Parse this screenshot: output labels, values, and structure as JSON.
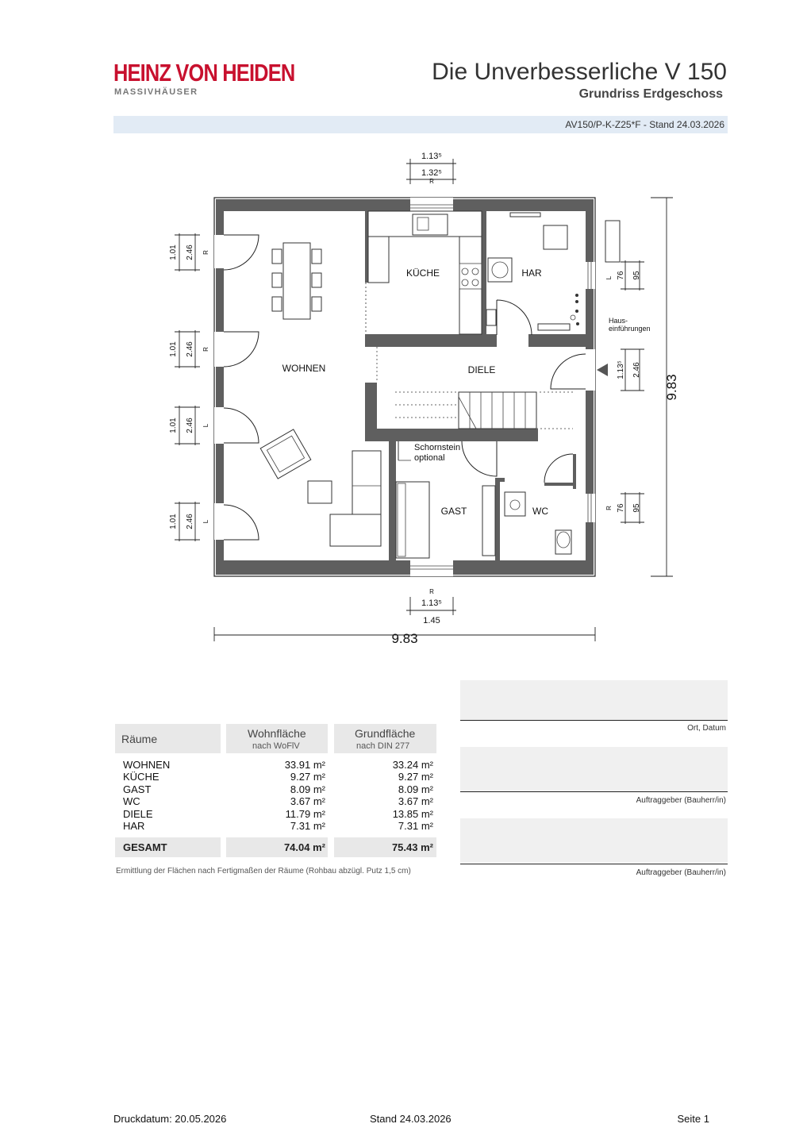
{
  "header": {
    "logo_main": "HEINZ VON HEIDEN",
    "logo_sub": "MASSIVHÄUSER",
    "title": "Die Unverbesserliche V 150",
    "subtitle": "Grundriss Erdgeschoss",
    "reference": "AV150/P-K-Z25*F - Stand 24.03.2026",
    "brand_color": "#c8102e"
  },
  "plan": {
    "rooms": {
      "wohnen": "WOHNEN",
      "kueche": "KÜCHE",
      "har": "HAR",
      "diele": "DIELE",
      "gast": "GAST",
      "wc": "WC"
    },
    "notes": {
      "schornstein_1": "Schornstein",
      "schornstein_2": "optional",
      "haus_1": "Haus-",
      "haus_2": "einführungen"
    },
    "dims": {
      "total_width": "9.83",
      "total_height": "9.83",
      "top_1": "1.13⁵",
      "top_2": "1.32⁵",
      "top_r": "R",
      "bottom_r": "R",
      "bottom_1": "1.13⁵",
      "bottom_2": "1.45",
      "left_a": "1.01",
      "left_b": "2.46",
      "left_r": "R",
      "left_l": "L",
      "right_d1": "1.13⁵",
      "right_d2": "2.46",
      "right_w1": "76",
      "right_w2": "95",
      "right_l": "L",
      "right_r": "R"
    }
  },
  "table": {
    "col_rooms": "Räume",
    "col_wohn": "Wohnfläche",
    "col_wohn_sub": "nach WoFlV",
    "col_grund": "Grundfläche",
    "col_grund_sub": "nach DIN 277",
    "rows": [
      {
        "name": "WOHNEN",
        "wohn": "33.91 m²",
        "grund": "33.24 m²"
      },
      {
        "name": "KÜCHE",
        "wohn": "9.27 m²",
        "grund": "9.27 m²"
      },
      {
        "name": "GAST",
        "wohn": "8.09 m²",
        "grund": "8.09 m²"
      },
      {
        "name": "WC",
        "wohn": "3.67 m²",
        "grund": "3.67 m²"
      },
      {
        "name": "DIELE",
        "wohn": "11.79 m²",
        "grund": "13.85 m²"
      },
      {
        "name": "HAR",
        "wohn": "7.31 m²",
        "grund": "7.31 m²"
      }
    ],
    "total_label": "GESAMT",
    "total_wohn": "74.04 m²",
    "total_grund": "75.43 m²",
    "note": "Ermittlung der Flächen nach Fertigmaßen der Räume  (Rohbau abzügl. Putz 1,5 cm)"
  },
  "signatures": {
    "label_1": "Ort, Datum",
    "label_2": "Auftraggeber (Bauherr/in)",
    "label_3": "Auftraggeber (Bauherr/in)"
  },
  "footer": {
    "print_date": "Druckdatum: 20.05.2026",
    "stand": "Stand 24.03.2026",
    "page": "Seite 1"
  }
}
